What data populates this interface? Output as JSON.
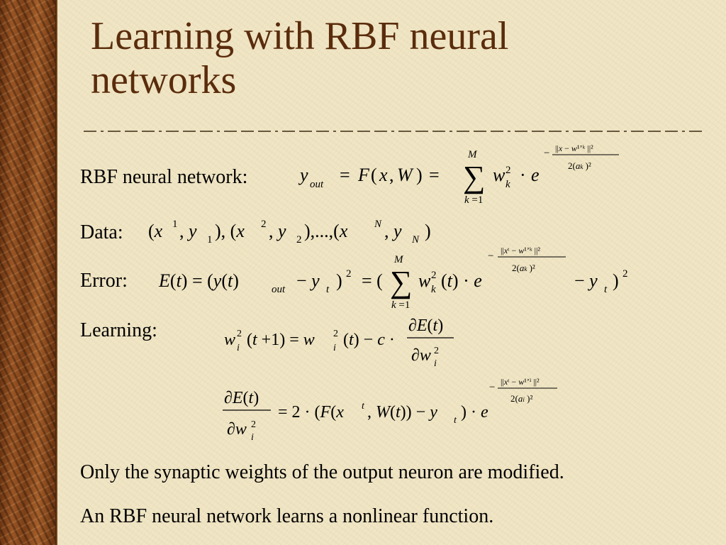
{
  "slide": {
    "title_line1": "Learning with RBF neural",
    "title_line2": "networks",
    "labels": {
      "network": "RBF neural network:",
      "data": "Data:",
      "error": "Error:",
      "learning": "Learning:"
    },
    "statements": [
      "Only the synaptic weights of the output neuron are modified.",
      "An RBF neural network learns a nonlinear function."
    ]
  },
  "colors": {
    "title": "#5a2c0c",
    "rule": "#3a2a14",
    "background": "#f0e5c4",
    "strip": "#7b3f17"
  }
}
